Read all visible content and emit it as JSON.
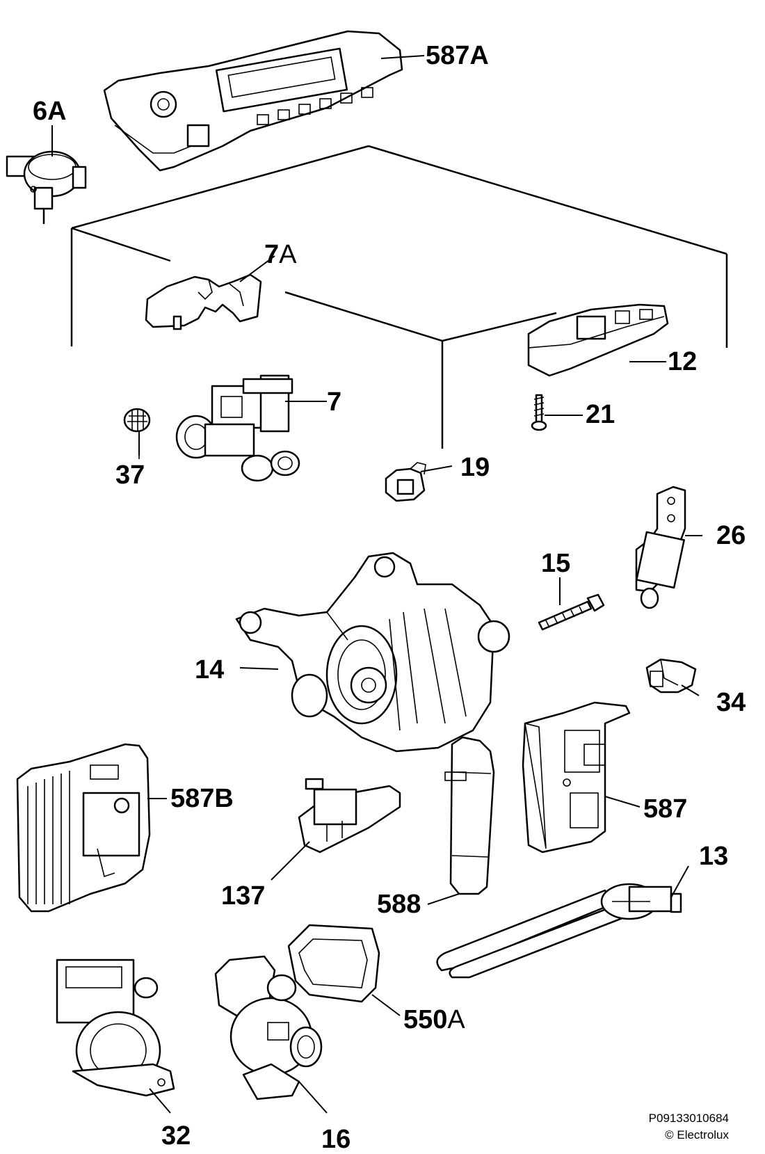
{
  "parts": [
    {
      "id": "587A",
      "main": "587A",
      "suffix": ""
    },
    {
      "id": "6A",
      "main": "6A",
      "suffix": ""
    },
    {
      "id": "7A",
      "main": "7",
      "suffix": "A"
    },
    {
      "id": "12",
      "main": "12",
      "suffix": ""
    },
    {
      "id": "21",
      "main": "21",
      "suffix": ""
    },
    {
      "id": "7",
      "main": "7",
      "suffix": ""
    },
    {
      "id": "37",
      "main": "37",
      "suffix": ""
    },
    {
      "id": "19",
      "main": "19",
      "suffix": ""
    },
    {
      "id": "26",
      "main": "26",
      "suffix": ""
    },
    {
      "id": "15",
      "main": "15",
      "suffix": ""
    },
    {
      "id": "14",
      "main": "14",
      "suffix": ""
    },
    {
      "id": "34",
      "main": "34",
      "suffix": ""
    },
    {
      "id": "587B",
      "main": "587B",
      "suffix": ""
    },
    {
      "id": "587",
      "main": "587",
      "suffix": ""
    },
    {
      "id": "137",
      "main": "137",
      "suffix": ""
    },
    {
      "id": "588",
      "main": "588",
      "suffix": ""
    },
    {
      "id": "13",
      "main": "13",
      "suffix": ""
    },
    {
      "id": "550A",
      "main": "550",
      "suffix": "A"
    },
    {
      "id": "32",
      "main": "32",
      "suffix": ""
    },
    {
      "id": "16",
      "main": "16",
      "suffix": ""
    }
  ],
  "footer": {
    "code": "P09133010684",
    "copyright": "© Electrolux"
  }
}
